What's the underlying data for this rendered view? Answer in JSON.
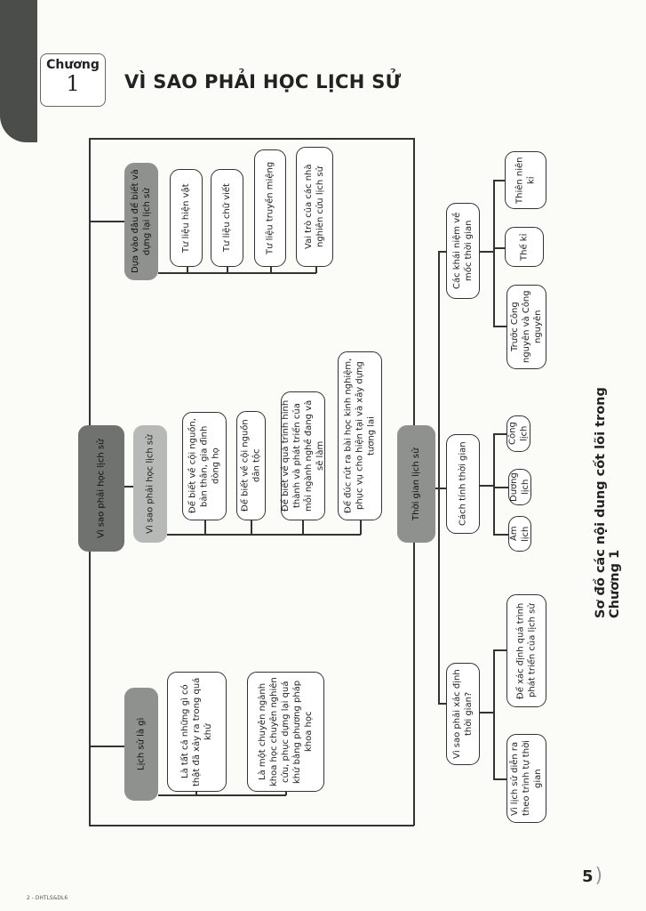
{
  "header": {
    "chapter_word": "Chương",
    "chapter_number": "1",
    "title": "VÌ SAO PHẢI HỌC LỊCH SỬ"
  },
  "diagram": {
    "root": "Vì sao phải học lịch sử",
    "sources": {
      "label": "Dựa vào đâu để biết và dựng lại lịch sử",
      "children": [
        "Tư liệu hiện vật",
        "Tư liệu chữ viết",
        "Tư liệu truyền miệng",
        "Vai trò của các nhà nghiên cứu lịch sử"
      ]
    },
    "why": {
      "label": "Vì sao phải học lịch sử",
      "children": [
        "Để biết về cội nguồn, bản thân, gia đình dòng họ",
        "Để biết về cội nguồn dân tộc",
        "Để biết về quá trình hình thành và phát triển của mỗi ngành nghề đang và sẽ làm",
        "Để đúc rút ra bài học kinh nghiệm, phục vụ cho hiện tại và xây dựng tương lai"
      ]
    },
    "what": {
      "label": "Lịch sử là gì",
      "children": [
        "Là tất cả những gì có thật đã xảy ra trong quá khứ",
        "Là một chuyên ngành khoa học chuyên nghiên cứu, phục dựng lại quá khứ bằng phương pháp khoa học"
      ]
    },
    "time": {
      "label": "Thời gian lịch sử",
      "concepts": {
        "label": "Các khái niệm về mốc thời gian",
        "children": [
          "Thiên niên kỉ",
          "Thế kỉ",
          "Trước Công nguyên và Công nguyên"
        ]
      },
      "calc": {
        "label": "Cách tính thời gian",
        "children": [
          "Công lịch",
          "Dương lịch",
          "Âm lịch"
        ]
      },
      "why_time": {
        "label": "Vì sao phải xác định thời gian?",
        "children": [
          "Để xác định quá trình phát triển của lịch sử",
          "Vì lịch sử diễn ra theo trình tự thời gian"
        ]
      }
    }
  },
  "caption": "Sơ đồ các nội dung cốt lõi trong Chương 1",
  "footer": {
    "code": "2 - DHTLS&DL6",
    "page": "5"
  }
}
